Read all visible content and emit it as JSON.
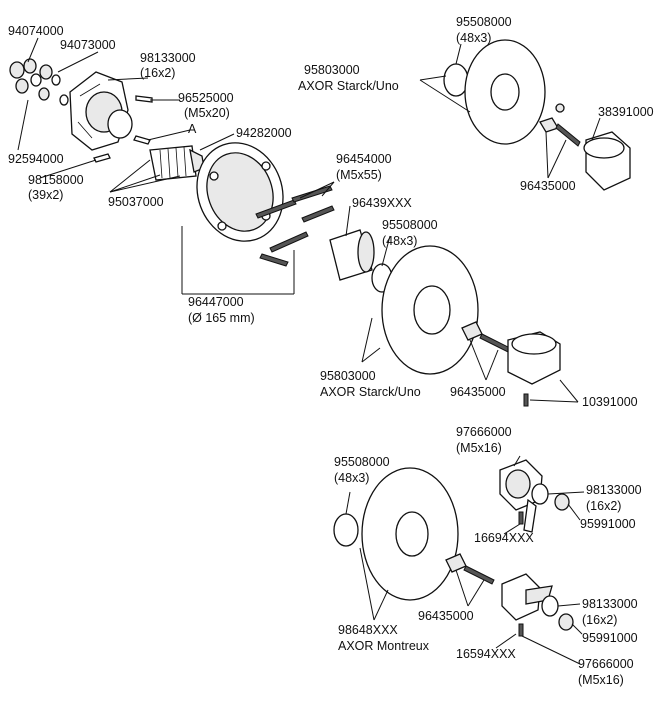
{
  "labels": {
    "l_94074000": "94074000",
    "l_94073000": "94073000",
    "l_98133000_top": "98133000",
    "l_16x2_top": "(16x2)",
    "l_96525000": "96525000",
    "l_m5x20": "(M5x20)",
    "l_a": "A",
    "l_94282000": "94282000",
    "l_92594000": "92594000",
    "l_98158000": "98158000",
    "l_39x2": "(39x2)",
    "l_95037000": "95037000",
    "l_95508000_a": "95508000",
    "l_48x3_a": "(48x3)",
    "l_95803000_a": "95803000",
    "l_axor_starck_a": "AXOR Starck/Uno",
    "l_38391000": "38391000",
    "l_96435000_a": "96435000",
    "l_96454000": "96454000",
    "l_m5x55": "(M5x55)",
    "l_96439xxx": "96439XXX",
    "l_95508000_b": "95508000",
    "l_48x3_b": "(48x3)",
    "l_96447000": "96447000",
    "l_165mm": "(Ø 165 mm)",
    "l_95803000_b": "95803000",
    "l_axor_starck_b": "AXOR Starck/Uno",
    "l_96435000_b": "96435000",
    "l_10391000": "10391000",
    "l_97666000_a": "97666000",
    "l_m5x16_a": "(M5x16)",
    "l_95508000_c": "95508000",
    "l_48x3_c": "(48x3)",
    "l_98133000_b": "98133000",
    "l_16x2_b": "(16x2)",
    "l_95991000_a": "95991000",
    "l_16694xxx": "16694XXX",
    "l_96435000_c": "96435000",
    "l_98133000_c": "98133000",
    "l_16x2_c": "(16x2)",
    "l_95991000_b": "95991000",
    "l_98648xxx": "98648XXX",
    "l_axor_montreux": "AXOR Montreux",
    "l_16594xxx": "16594XXX",
    "l_97666000_b": "97666000",
    "l_m5x16_b": "(M5x16)"
  },
  "colors": {
    "ink": "#111111",
    "paper": "#ffffff",
    "shade": "#e9e9e9"
  }
}
